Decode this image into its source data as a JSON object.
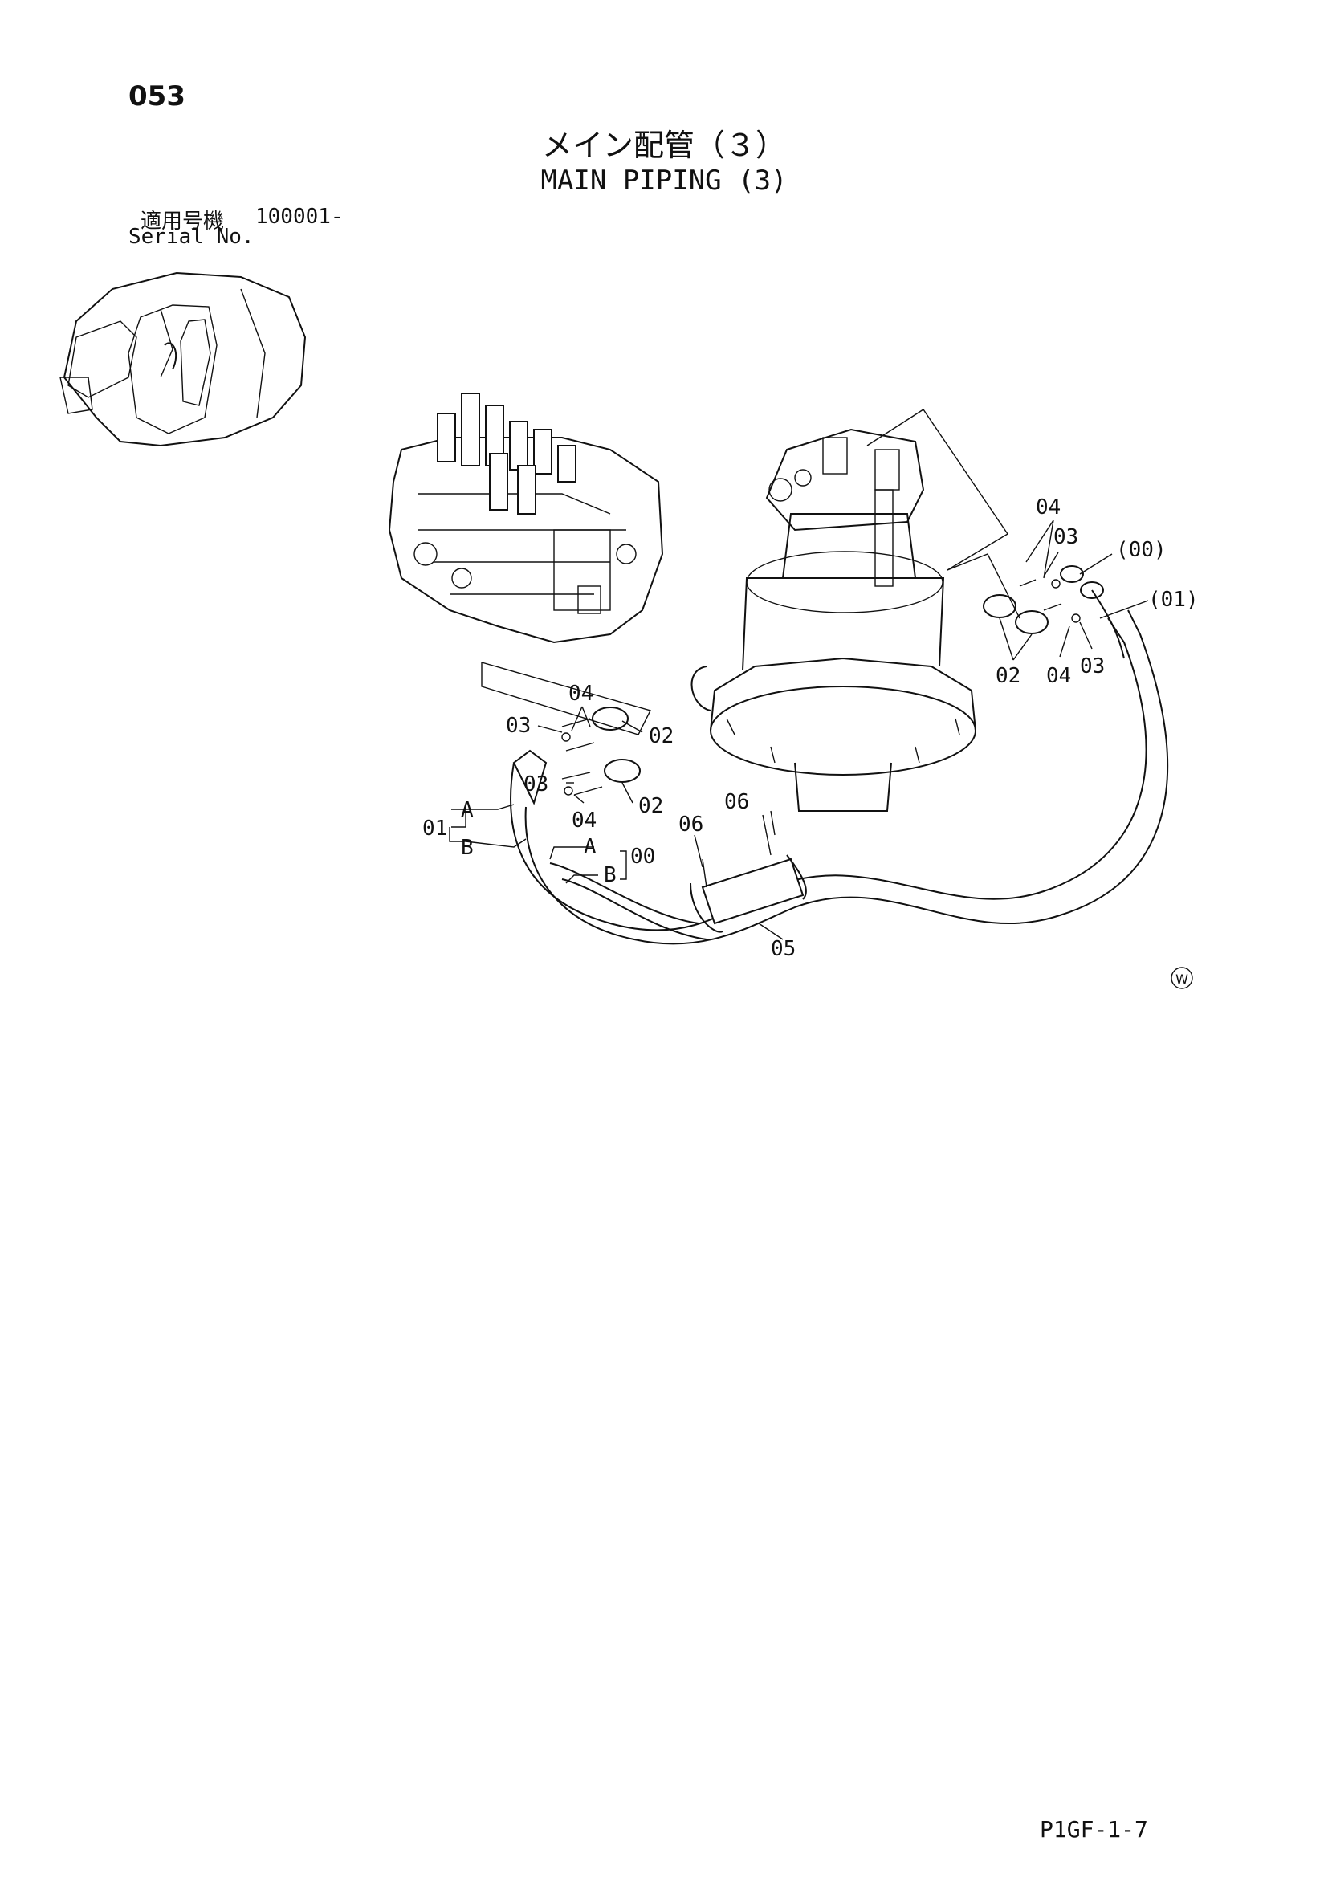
{
  "header": {
    "page_number": "053",
    "title_jp": "メイン配管（３）",
    "title_en": "MAIN PIPING (3)",
    "serial_label_jp": "適用号機",
    "serial_value": "100001-",
    "serial_label_en": "Serial No."
  },
  "footer": {
    "drawing_code": "P1GF-1-7"
  },
  "callouts": {
    "c04_top": "04",
    "c03_top": "03",
    "c00_paren": "(00)",
    "c01_paren": "(01)",
    "c02_right": "02",
    "c04_right": "04",
    "c03_right": "03",
    "c04_left_top": "04",
    "c03_left_top": "03",
    "c02_left_top": "02",
    "c03_left_mid": "03",
    "c04_left_mid": "04",
    "c02_left_mid": "02",
    "c01_left": "01",
    "cA_left": "A",
    "cB_left": "B",
    "cA_mid": "A",
    "cB_mid": "B",
    "c00_mid": "00",
    "c06_a": "06",
    "c06_b": "06",
    "c05": "05",
    "w_mark": "W"
  }
}
